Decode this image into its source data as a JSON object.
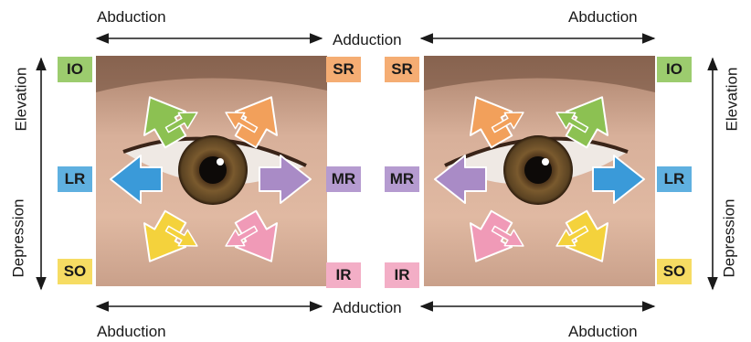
{
  "labels": {
    "abduction": "Abduction",
    "adduction": "Adduction",
    "elevation": "Elevation",
    "depression": "Depression"
  },
  "muscles": {
    "io": "IO",
    "sr": "SR",
    "lr": "LR",
    "mr": "MR",
    "so": "SO",
    "ir": "IR"
  },
  "colors": {
    "io": "#8cc152",
    "sr": "#f2a05b",
    "lr": "#3a9ad9",
    "mr": "#a98bc6",
    "so": "#f4d23c",
    "ir": "#f09ab7",
    "io_badge": "#9ccc6e",
    "sr_badge": "#f5ad73",
    "lr_badge": "#5fb0e0",
    "mr_badge": "#b59bd0",
    "so_badge": "#f6dc63",
    "ir_badge": "#f3aec6"
  }
}
